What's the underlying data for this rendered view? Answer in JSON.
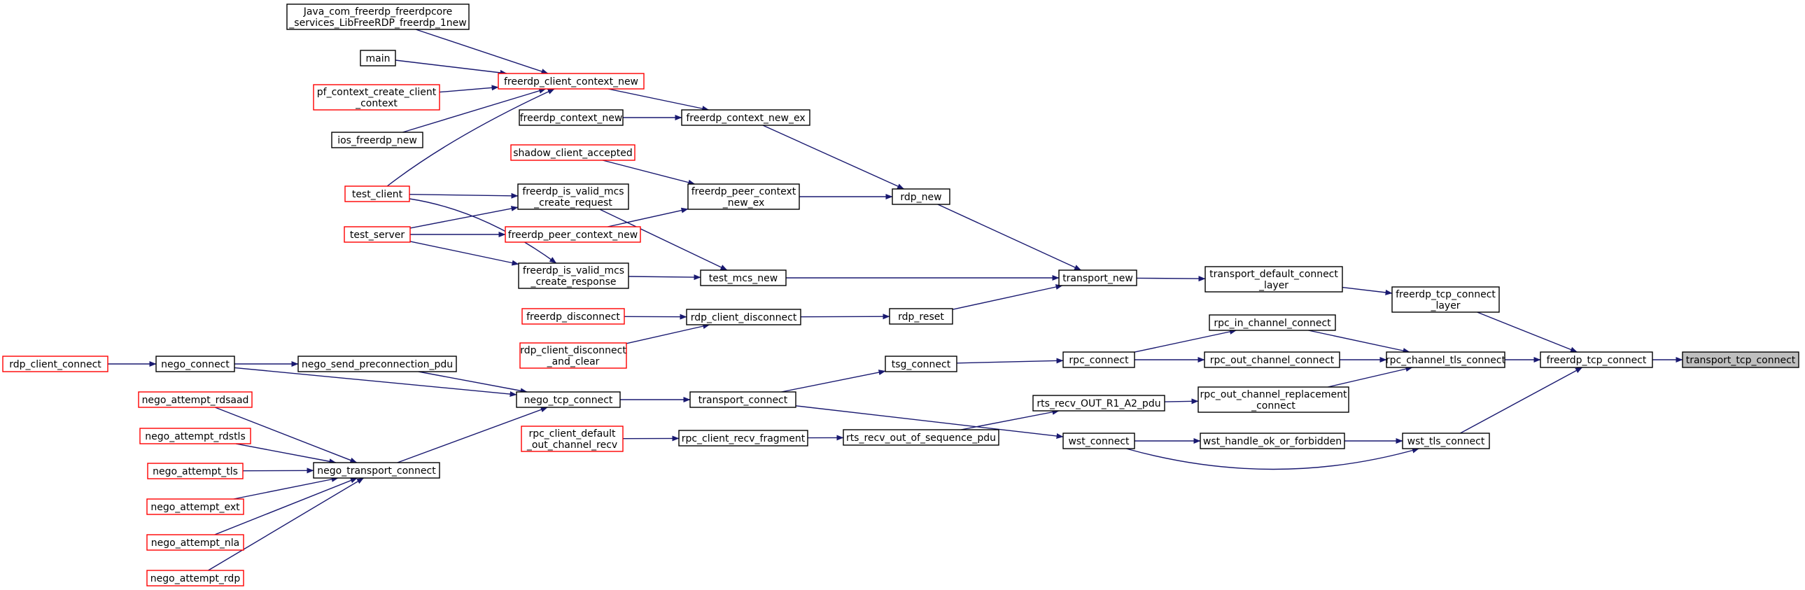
{
  "colors": {
    "edge": "#191970",
    "node_border": "#000000",
    "partial_border": "#ff0000",
    "highlight_fill": "#bfbfbf",
    "fill": "#ffffff"
  },
  "nodes": [
    {
      "id": "transport_tcp_connect",
      "lines": [
        "transport_tcp_connect"
      ],
      "status": "current"
    },
    {
      "id": "freerdp_tcp_connect",
      "lines": [
        "freerdp_tcp_connect"
      ],
      "status": "normal"
    },
    {
      "id": "freerdp_tcp_connect_layer",
      "lines": [
        "freerdp_tcp_connect",
        "_layer"
      ],
      "status": "normal"
    },
    {
      "id": "rpc_channel_tls_connect",
      "lines": [
        "rpc_channel_tls_connect"
      ],
      "status": "normal"
    },
    {
      "id": "wst_tls_connect",
      "lines": [
        "wst_tls_connect"
      ],
      "status": "normal"
    },
    {
      "id": "transport_default_connect_layer",
      "lines": [
        "transport_default_connect",
        "_layer"
      ],
      "status": "normal"
    },
    {
      "id": "rpc_in_channel_connect",
      "lines": [
        "rpc_in_channel_connect"
      ],
      "status": "normal"
    },
    {
      "id": "rpc_out_channel_connect",
      "lines": [
        "rpc_out_channel_connect"
      ],
      "status": "normal"
    },
    {
      "id": "rpc_out_channel_replacement_connect",
      "lines": [
        "rpc_out_channel_replacement",
        "_connect"
      ],
      "status": "normal"
    },
    {
      "id": "wst_handle_ok_or_forbidden",
      "lines": [
        "wst_handle_ok_or_forbidden"
      ],
      "status": "normal"
    },
    {
      "id": "transport_new",
      "lines": [
        "transport_new"
      ],
      "status": "normal"
    },
    {
      "id": "rpc_connect",
      "lines": [
        "rpc_connect"
      ],
      "status": "normal"
    },
    {
      "id": "rts_recv_OUT_R1_A2_pdu",
      "lines": [
        "rts_recv_OUT_R1_A2_pdu"
      ],
      "status": "normal"
    },
    {
      "id": "wst_connect",
      "lines": [
        "wst_connect"
      ],
      "status": "normal"
    },
    {
      "id": "rdp_new",
      "lines": [
        "rdp_new"
      ],
      "status": "normal"
    },
    {
      "id": "rdp_reset",
      "lines": [
        "rdp_reset"
      ],
      "status": "normal"
    },
    {
      "id": "tsg_connect",
      "lines": [
        "tsg_connect"
      ],
      "status": "normal"
    },
    {
      "id": "rts_recv_out_of_sequence_pdu",
      "lines": [
        "rts_recv_out_of_sequence_pdu"
      ],
      "status": "normal"
    },
    {
      "id": "freerdp_context_new_ex",
      "lines": [
        "freerdp_context_new_ex"
      ],
      "status": "normal"
    },
    {
      "id": "freerdp_peer_context_new_ex",
      "lines": [
        "freerdp_peer_context",
        "_new_ex"
      ],
      "status": "normal"
    },
    {
      "id": "test_mcs_new",
      "lines": [
        "test_mcs_new"
      ],
      "status": "normal"
    },
    {
      "id": "rdp_client_disconnect",
      "lines": [
        "rdp_client_disconnect"
      ],
      "status": "normal"
    },
    {
      "id": "transport_connect",
      "lines": [
        "transport_connect"
      ],
      "status": "normal"
    },
    {
      "id": "rpc_client_recv_fragment",
      "lines": [
        "rpc_client_recv_fragment"
      ],
      "status": "normal"
    },
    {
      "id": "freerdp_client_context_new",
      "lines": [
        "freerdp_client_context_new"
      ],
      "status": "partial"
    },
    {
      "id": "freerdp_context_new",
      "lines": [
        "freerdp_context_new"
      ],
      "status": "normal"
    },
    {
      "id": "shadow_client_accepted",
      "lines": [
        "shadow_client_accepted"
      ],
      "status": "partial"
    },
    {
      "id": "freerdp_is_valid_mcs_create_request",
      "lines": [
        "freerdp_is_valid_mcs",
        "_create_request"
      ],
      "status": "normal"
    },
    {
      "id": "freerdp_peer_context_new",
      "lines": [
        "freerdp_peer_context_new"
      ],
      "status": "partial"
    },
    {
      "id": "freerdp_is_valid_mcs_create_response",
      "lines": [
        "freerdp_is_valid_mcs",
        "_create_response"
      ],
      "status": "normal"
    },
    {
      "id": "freerdp_disconnect",
      "lines": [
        "freerdp_disconnect"
      ],
      "status": "partial"
    },
    {
      "id": "rdp_client_disconnect_and_clear",
      "lines": [
        "rdp_client_disconnect",
        "_and_clear"
      ],
      "status": "partial"
    },
    {
      "id": "nego_tcp_connect",
      "lines": [
        "nego_tcp_connect"
      ],
      "status": "normal"
    },
    {
      "id": "rpc_client_default_out_channel_recv",
      "lines": [
        "rpc_client_default",
        "_out_channel_recv"
      ],
      "status": "partial"
    },
    {
      "id": "java_freerdp_new",
      "lines": [
        "Java_com_freerdp_freerdpcore",
        "_services_LibFreeRDP_freerdp_1new"
      ],
      "status": "normal"
    },
    {
      "id": "main",
      "lines": [
        "main"
      ],
      "status": "normal"
    },
    {
      "id": "pf_context_create_client_context",
      "lines": [
        "pf_context_create_client",
        "_context"
      ],
      "status": "partial"
    },
    {
      "id": "ios_freerdp_new",
      "lines": [
        "ios_freerdp_new"
      ],
      "status": "normal"
    },
    {
      "id": "test_client",
      "lines": [
        "test_client"
      ],
      "status": "partial"
    },
    {
      "id": "test_server",
      "lines": [
        "test_server"
      ],
      "status": "partial"
    },
    {
      "id": "nego_send_preconnection_pdu",
      "lines": [
        "nego_send_preconnection_pdu"
      ],
      "status": "normal"
    },
    {
      "id": "nego_transport_connect",
      "lines": [
        "nego_transport_connect"
      ],
      "status": "normal"
    },
    {
      "id": "nego_connect",
      "lines": [
        "nego_connect"
      ],
      "status": "normal"
    },
    {
      "id": "nego_attempt_rdsaad",
      "lines": [
        "nego_attempt_rdsaad"
      ],
      "status": "partial"
    },
    {
      "id": "nego_attempt_rdstls",
      "lines": [
        "nego_attempt_rdstls"
      ],
      "status": "partial"
    },
    {
      "id": "nego_attempt_tls",
      "lines": [
        "nego_attempt_tls"
      ],
      "status": "partial"
    },
    {
      "id": "nego_attempt_ext",
      "lines": [
        "nego_attempt_ext"
      ],
      "status": "partial"
    },
    {
      "id": "nego_attempt_nla",
      "lines": [
        "nego_attempt_nla"
      ],
      "status": "partial"
    },
    {
      "id": "nego_attempt_rdp",
      "lines": [
        "nego_attempt_rdp"
      ],
      "status": "partial"
    },
    {
      "id": "rdp_client_connect",
      "lines": [
        "rdp_client_connect"
      ],
      "status": "partial"
    }
  ],
  "edges": [
    {
      "from": "freerdp_tcp_connect",
      "to": "transport_tcp_connect"
    },
    {
      "from": "freerdp_tcp_connect_layer",
      "to": "freerdp_tcp_connect"
    },
    {
      "from": "rpc_channel_tls_connect",
      "to": "freerdp_tcp_connect"
    },
    {
      "from": "wst_tls_connect",
      "to": "freerdp_tcp_connect"
    },
    {
      "from": "transport_default_connect_layer",
      "to": "freerdp_tcp_connect_layer"
    },
    {
      "from": "rpc_in_channel_connect",
      "to": "rpc_channel_tls_connect"
    },
    {
      "from": "rpc_out_channel_connect",
      "to": "rpc_channel_tls_connect"
    },
    {
      "from": "rpc_out_channel_replacement_connect",
      "to": "rpc_channel_tls_connect"
    },
    {
      "from": "wst_handle_ok_or_forbidden",
      "to": "wst_tls_connect"
    },
    {
      "from": "wst_connect",
      "to": "wst_tls_connect"
    },
    {
      "from": "transport_new",
      "to": "transport_default_connect_layer"
    },
    {
      "from": "rpc_connect",
      "to": "rpc_in_channel_connect"
    },
    {
      "from": "rpc_connect",
      "to": "rpc_out_channel_connect"
    },
    {
      "from": "rts_recv_OUT_R1_A2_pdu",
      "to": "rpc_out_channel_replacement_connect"
    },
    {
      "from": "wst_connect",
      "to": "wst_handle_ok_or_forbidden"
    },
    {
      "from": "rdp_new",
      "to": "transport_new"
    },
    {
      "from": "rdp_reset",
      "to": "transport_new"
    },
    {
      "from": "test_mcs_new",
      "to": "transport_new"
    },
    {
      "from": "tsg_connect",
      "to": "rpc_connect"
    },
    {
      "from": "rts_recv_out_of_sequence_pdu",
      "to": "rts_recv_OUT_R1_A2_pdu"
    },
    {
      "from": "transport_connect",
      "to": "wst_connect"
    },
    {
      "from": "freerdp_context_new_ex",
      "to": "rdp_new"
    },
    {
      "from": "freerdp_peer_context_new_ex",
      "to": "rdp_new"
    },
    {
      "from": "rdp_client_disconnect",
      "to": "rdp_reset"
    },
    {
      "from": "transport_connect",
      "to": "tsg_connect"
    },
    {
      "from": "rpc_client_recv_fragment",
      "to": "rts_recv_out_of_sequence_pdu"
    },
    {
      "from": "freerdp_client_context_new",
      "to": "freerdp_context_new_ex"
    },
    {
      "from": "freerdp_context_new",
      "to": "freerdp_context_new_ex"
    },
    {
      "from": "shadow_client_accepted",
      "to": "freerdp_peer_context_new_ex"
    },
    {
      "from": "freerdp_peer_context_new",
      "to": "freerdp_peer_context_new_ex"
    },
    {
      "from": "freerdp_is_valid_mcs_create_request",
      "to": "test_mcs_new"
    },
    {
      "from": "freerdp_is_valid_mcs_create_response",
      "to": "test_mcs_new"
    },
    {
      "from": "freerdp_disconnect",
      "to": "rdp_client_disconnect"
    },
    {
      "from": "rdp_client_disconnect_and_clear",
      "to": "rdp_client_disconnect"
    },
    {
      "from": "nego_tcp_connect",
      "to": "transport_connect"
    },
    {
      "from": "rpc_client_default_out_channel_recv",
      "to": "rpc_client_recv_fragment"
    },
    {
      "from": "java_freerdp_new",
      "to": "freerdp_client_context_new"
    },
    {
      "from": "main",
      "to": "freerdp_client_context_new"
    },
    {
      "from": "pf_context_create_client_context",
      "to": "freerdp_client_context_new"
    },
    {
      "from": "ios_freerdp_new",
      "to": "freerdp_client_context_new"
    },
    {
      "from": "test_client",
      "to": "freerdp_client_context_new"
    },
    {
      "from": "test_client",
      "to": "freerdp_is_valid_mcs_create_request"
    },
    {
      "from": "test_client",
      "to": "freerdp_is_valid_mcs_create_response"
    },
    {
      "from": "test_server",
      "to": "freerdp_is_valid_mcs_create_request"
    },
    {
      "from": "test_server",
      "to": "freerdp_peer_context_new"
    },
    {
      "from": "test_server",
      "to": "freerdp_is_valid_mcs_create_response"
    },
    {
      "from": "nego_send_preconnection_pdu",
      "to": "nego_tcp_connect"
    },
    {
      "from": "nego_transport_connect",
      "to": "nego_tcp_connect"
    },
    {
      "from": "nego_connect",
      "to": "nego_tcp_connect"
    },
    {
      "from": "nego_connect",
      "to": "nego_send_preconnection_pdu"
    },
    {
      "from": "nego_attempt_rdsaad",
      "to": "nego_transport_connect"
    },
    {
      "from": "nego_attempt_rdstls",
      "to": "nego_transport_connect"
    },
    {
      "from": "nego_attempt_tls",
      "to": "nego_transport_connect"
    },
    {
      "from": "nego_attempt_ext",
      "to": "nego_transport_connect"
    },
    {
      "from": "nego_attempt_nla",
      "to": "nego_transport_connect"
    },
    {
      "from": "nego_attempt_rdp",
      "to": "nego_transport_connect"
    },
    {
      "from": "rdp_client_connect",
      "to": "nego_connect"
    }
  ]
}
